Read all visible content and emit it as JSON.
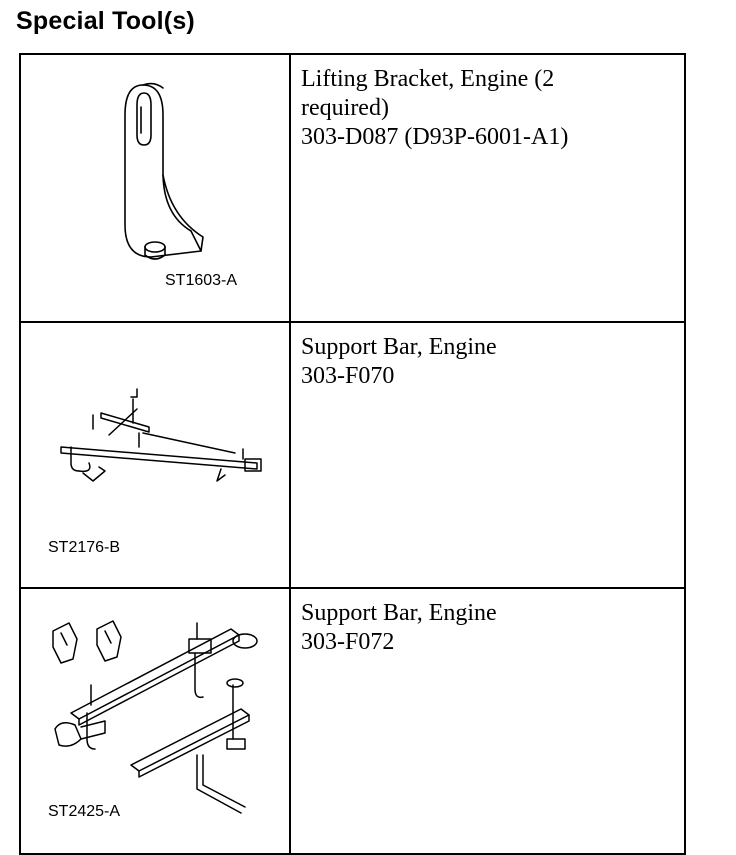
{
  "page": {
    "heading": "Special Tool(s)"
  },
  "tools": [
    {
      "illustration_code": "ST1603-A",
      "description_lines": [
        "Lifting Bracket, Engine (2",
        "required)",
        "303-D087 (D93P-6001-A1)"
      ]
    },
    {
      "illustration_code": "ST2176-B",
      "description_lines": [
        "Support Bar, Engine",
        "303-F070"
      ]
    },
    {
      "illustration_code": "ST2425-A",
      "description_lines": [
        "Support Bar, Engine",
        "303-F072"
      ]
    }
  ]
}
